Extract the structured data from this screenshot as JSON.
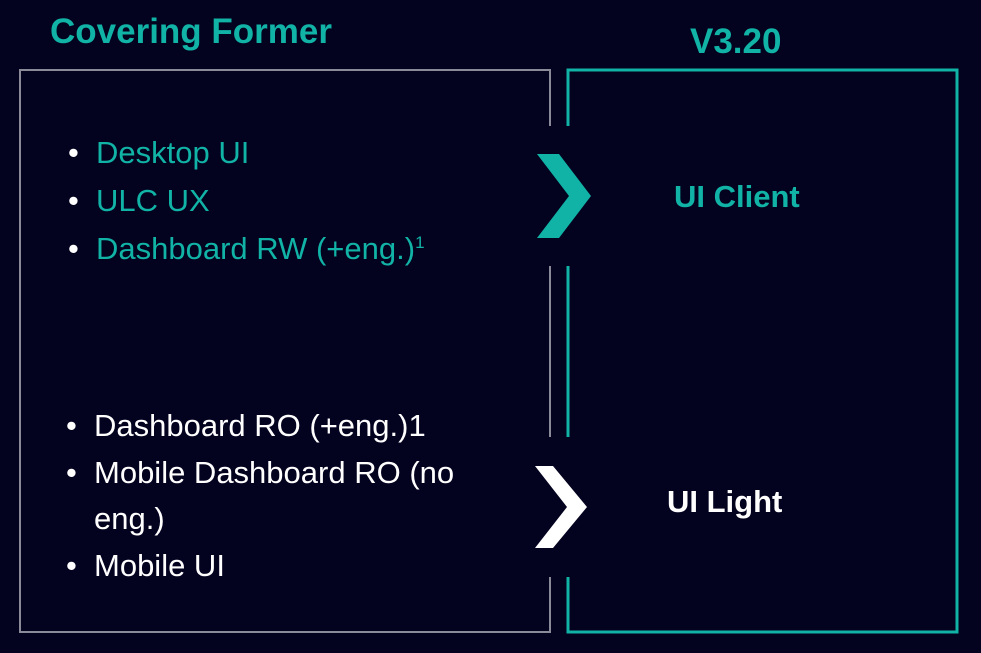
{
  "left_panel": {
    "heading": "Covering Former",
    "group1": {
      "items": [
        {
          "text": "Desktop UI",
          "footnote": ""
        },
        {
          "text": "ULC UX",
          "footnote": ""
        },
        {
          "text": "Dashboard RW (+eng.)",
          "footnote": "1"
        }
      ]
    },
    "group2": {
      "items": [
        {
          "text": "Dashboard RO (+eng.)1"
        },
        {
          "text": "Mobile Dashboard RO (no eng.)"
        },
        {
          "text": "Mobile UI"
        }
      ]
    }
  },
  "right_panel": {
    "heading": "V3.20",
    "target1": "UI Client",
    "target2": "UI Light"
  },
  "colors": {
    "background": "#03021f",
    "accent": "#11b3a6",
    "left_frame": "#8a8a99",
    "right_frame": "#11b3a6",
    "text_light": "#ffffff"
  },
  "icons": {
    "arrow1": "chevron-right-icon",
    "arrow2": "chevron-right-icon"
  }
}
